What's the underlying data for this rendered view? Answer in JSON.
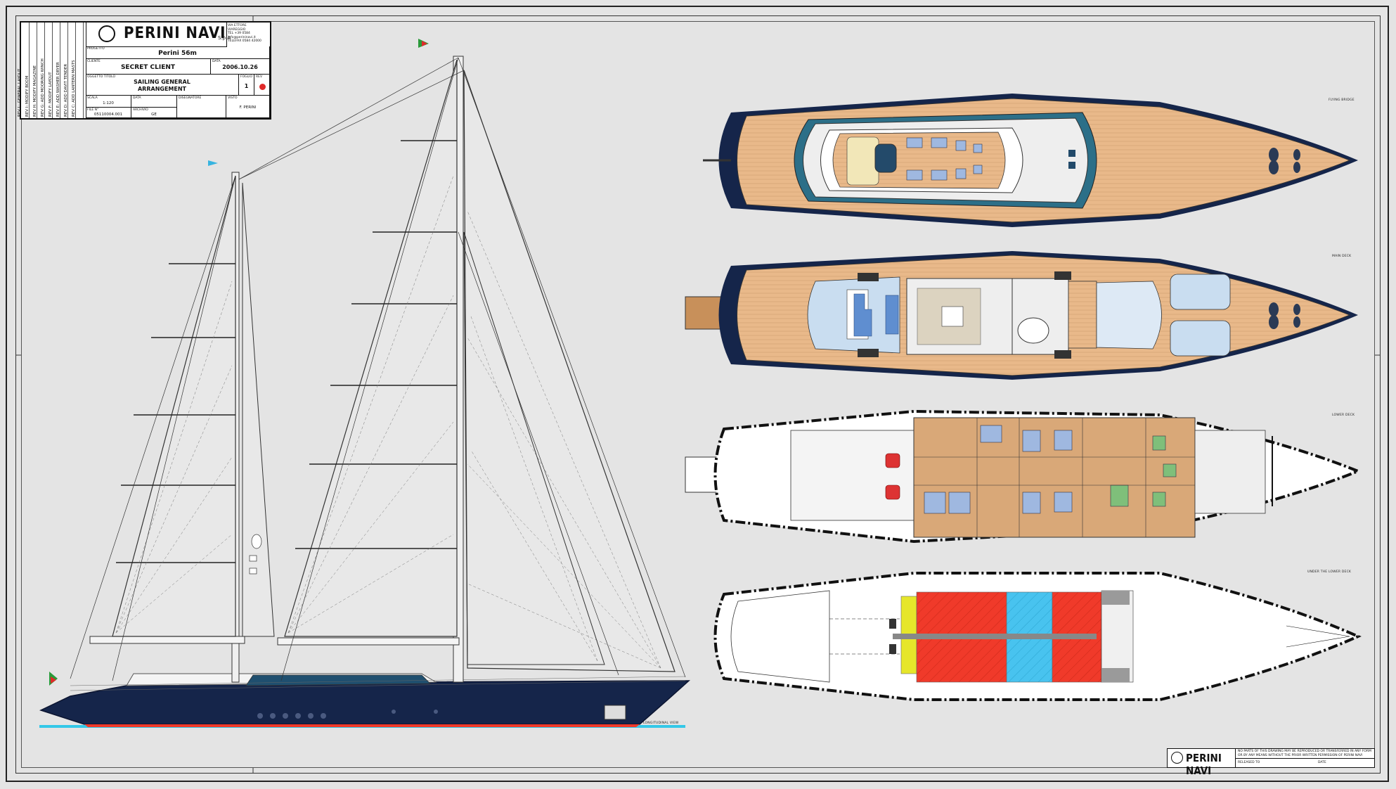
{
  "title_block": {
    "brand": "PERINI NAVI",
    "brand_suffix": "S.p.A",
    "address_lines": [
      "VIA ETTORE",
      "VIAREGGIO",
      "TEL +39 0584",
      "info@perininavi.it",
      "TELEFAX 0584 42000"
    ],
    "revisions": [
      "REV C: ADD LANTERN MASTS",
      "REV D: ADD DAVIT TENDER",
      "REV E: ADD WASHER DRYER",
      "REV F: MODIFY LAYOUT",
      "REV G: ADD MOORING WINCH",
      "REV H: MODIFY MAGAZINE",
      "REV I: MODIFY BOOM",
      "REV L: GENERAL LAYOUT"
    ],
    "fields": {
      "yard_label": "PROGETTO",
      "yard_value": "Perini 56m",
      "client_label": "CLIENTE",
      "client_value": "SECRET CLIENT",
      "date_label": "DATA",
      "date_value": "2006.10.26",
      "title_label": "OGGETTO TITOLO",
      "title_value": "SAILING GENERAL",
      "title_value_2": "ARRANGEMENT",
      "sheet_label": "FOGLIO",
      "sheet_value": "1",
      "rev_label": "REV",
      "scale_label": "SCALA",
      "scale_value": "1:120",
      "date2_label": "DATA",
      "drawn_label": "DISEGNATORE",
      "approved_label": "VISTO",
      "approved_value": "F. PERINI",
      "file_label": "FILE N°",
      "file_value": "05110004.001",
      "archive_label": "ARCHIVIO",
      "archive_value": "GE"
    }
  },
  "views": {
    "profile_label": "LONGITUDINAL VIEW",
    "flying_bridge_label": "FLYING BRIDGE",
    "main_deck_label": "MAIN DECK",
    "lower_deck_label": "LOWER DECK",
    "under_lower_deck_label": "UNDER THE LOWER DECK"
  },
  "bottom_block": {
    "brand": "PERINI NAVI",
    "note_line_1": "NO PARTS OF THIS DRAWING MAY BE REPRODUCED OR TRANSFERRED IN ANY FORM",
    "note_line_2": "OR BY ANY MEANS WITHOUT THE PRIOR WRITTEN PERMISSION OF PERINI NAVI",
    "released_label": "RELEASED TO",
    "date_label": "DATE"
  },
  "colors": {
    "hull_navy": "#15254a",
    "deck_teak": "#e9b98a",
    "cabin_blue": "#9fb8e0",
    "tank_red": "#f03a2a",
    "tank_cyan": "#48c3ef",
    "tank_yellow": "#e6e62a",
    "guest_green": "#7fbf7a",
    "salon_beige": "#dcd3c0"
  }
}
